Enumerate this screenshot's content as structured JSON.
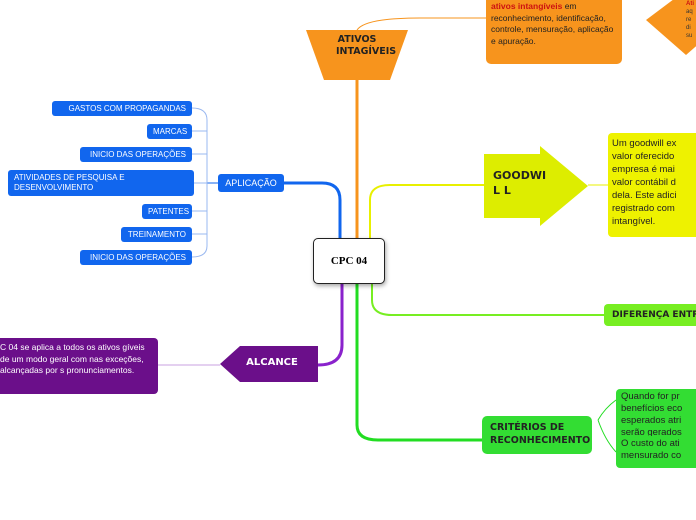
{
  "center": {
    "label": "CPC 04"
  },
  "ativos": {
    "label": "ATIVOS INTAGÍVEIS",
    "note_bold": "ativos intangíveis",
    "note_rest": " em reconhecimento, identificação, controle, mensuração, aplicação e apuração.",
    "corner_lines": [
      "Ati",
      "aq",
      "re",
      "di",
      "su"
    ]
  },
  "aplicacao": {
    "label": "APLICAÇÃO",
    "items": [
      "GASTOS COM PROPAGANDAS",
      "MARCAS",
      "INICIO DAS OPERAÇÕES",
      "ATIVIDADES DE PESQUISA E DESENVOLVIMENTO",
      "PATENTES",
      "TREINAMENTO",
      "INICIO DAS OPERAÇÕES"
    ]
  },
  "alcance": {
    "label": "ALCANCE",
    "note": "C 04 se aplica a todos os ativos gíveis de um modo geral com nas exceções, alcançadas por s pronunciamentos."
  },
  "goodwill": {
    "label": "GOODWIL L",
    "note": "Um goodwill ex valor oferecido empresa é mai valor contábil d dela. Este adici registrado com intangível."
  },
  "diferenca": {
    "label": "DIFERENÇA ENTRE"
  },
  "criterios": {
    "label": "CRITÉRIOS DE RECONHECIMENTO",
    "note1": "Quando for pr benefícios eco esperados atri serão gerados entidade",
    "note2": "O custo do ati mensurado co"
  },
  "colors": {
    "orange": "#f7941d",
    "blue": "#1166ee",
    "purple": "#6b0f8a",
    "yellow": "#ddee00",
    "green": "#22dd22"
  }
}
